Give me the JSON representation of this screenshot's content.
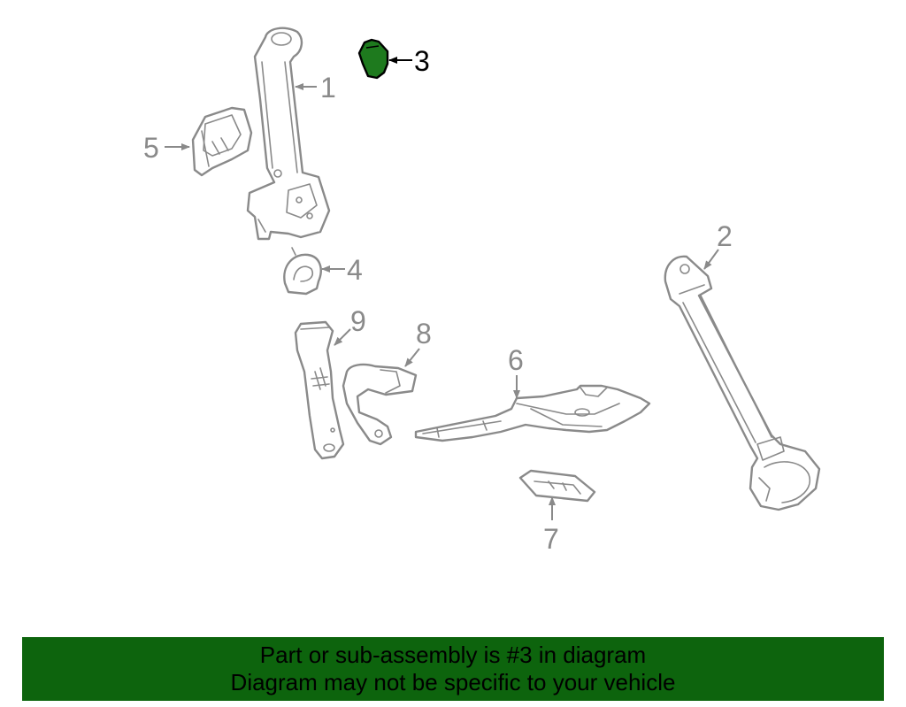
{
  "diagram": {
    "highlight_color": "#1e7a1e",
    "outline_color": "#8a8a8a",
    "callouts": {
      "c1": "1",
      "c2": "2",
      "c3": "3",
      "c4": "4",
      "c5": "5",
      "c6": "6",
      "c7": "7",
      "c8": "8",
      "c9": "9"
    },
    "highlighted_callout": "3"
  },
  "banner": {
    "background_color": "#0d640d",
    "line1": "Part or sub-assembly is #3 in diagram",
    "line2": "Diagram may not be specific to your vehicle"
  }
}
